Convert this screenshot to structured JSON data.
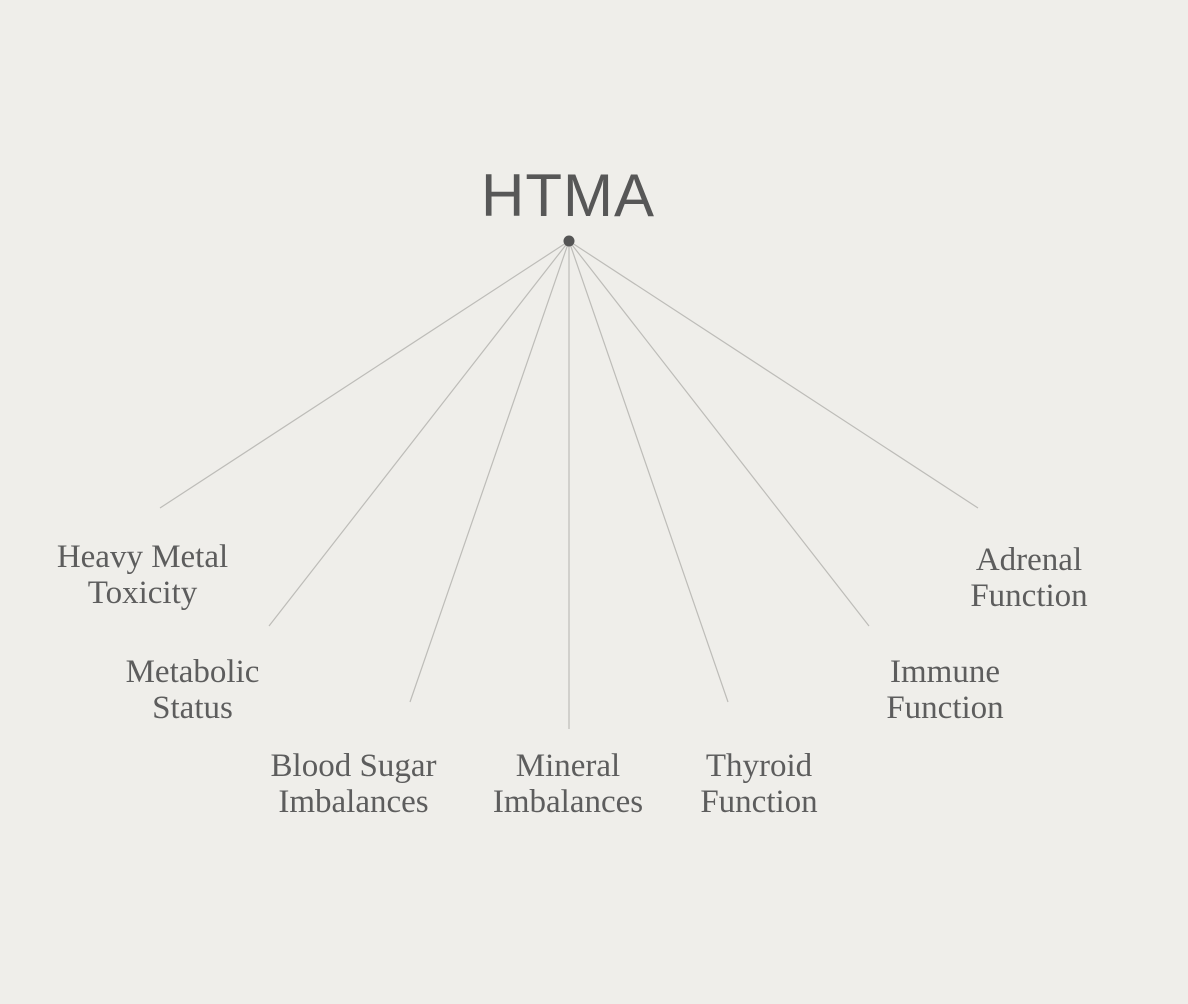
{
  "diagram": {
    "root": {
      "title": "HTMA"
    },
    "branches": [
      {
        "id": "heavy-metal-toxicity",
        "line1": "Heavy Metal",
        "line2": "Toxicity"
      },
      {
        "id": "metabolic-status",
        "line1": "Metabolic",
        "line2": "Status"
      },
      {
        "id": "blood-sugar-imbalances",
        "line1": "Blood Sugar",
        "line2": "Imbalances"
      },
      {
        "id": "mineral-imbalances",
        "line1": "Mineral",
        "line2": "Imbalances"
      },
      {
        "id": "thyroid-function",
        "line1": "Thyroid",
        "line2": "Function"
      },
      {
        "id": "immune-function",
        "line1": "Immune",
        "line2": "Function"
      },
      {
        "id": "adrenal-function",
        "line1": "Adrenal",
        "line2": "Function"
      }
    ],
    "colors": {
      "background": "#efeeea",
      "text": "#5a5a5a",
      "connector": "#bdbcb8",
      "hub": "#555555"
    }
  }
}
